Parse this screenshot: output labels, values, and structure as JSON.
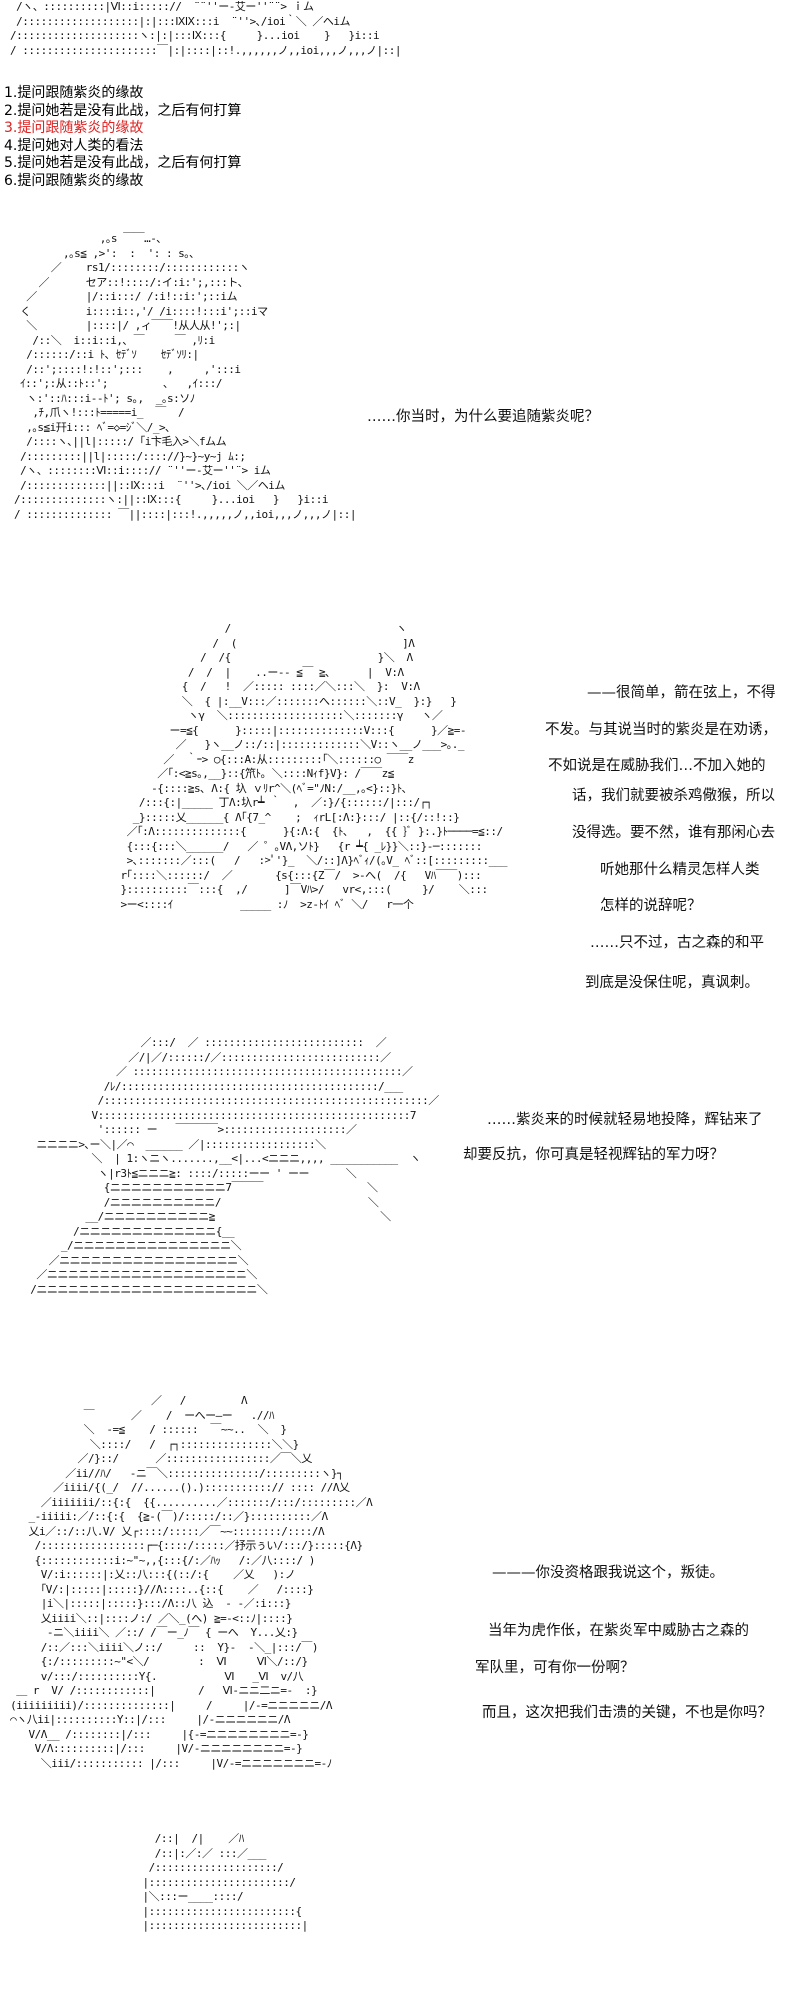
{
  "choices": [
    {
      "label": "1.提问跟随紫炎的缘故",
      "highlighted": false
    },
    {
      "label": "2.提问她若是没有此战，之后有何打算",
      "highlighted": false
    },
    {
      "label": "3.提问跟随紫炎的缘故",
      "highlighted": true
    },
    {
      "label": "4.提问她对人类的看法",
      "highlighted": false
    },
    {
      "label": "5.提问她若是没有此战，之后有何打算",
      "highlighted": false
    },
    {
      "label": "6.提问跟随紫炎的缘故",
      "highlighted": false
    }
  ],
  "highlight_color": "#dd2222",
  "scene1": {
    "line": "……你当时，为什么要追随紫炎呢？"
  },
  "scene2": {
    "lines": [
      "——很简单，箭在弦上，不得",
      "不发。与其说当时的紫炎是在劝诱，",
      "不如说是在威胁我们…不加入她的",
      "话，我们就要被杀鸡儆猴，所以",
      "没得选。要不然，谁有那闲心去",
      "听她那什么精灵怎样人类",
      "怎样的说辞呢？",
      "……只不过，古之森的和平",
      "到底是没保住呢，真讽刺。"
    ]
  },
  "scene3": {
    "lines": [
      "……紫炎来的时候就轻易地投降，辉钻来了",
      "却要反抗，你可真是轻视辉钻的军力呀？"
    ]
  },
  "scene4": {
    "lines": [
      "———你没资格跟我说这个，叛徒。",
      "当年为虎作伥，在紫炎军中威胁古之森的",
      "军队里，可有你一份啊？",
      "而且，这次把我们击溃的关键，不也是你吗？"
    ]
  },
  "art": {
    "top": [
      " /ヽ、::::::::::|Ⅵ::i::::://  ¨¨''ー-艾ー''¨¨> ｉム",
      " /:::::::::::::::::::|:|:::ⅨⅨ:::i  ¨''>､/ioi｀＼ ／ヘiム",
      "/::::::::::::::::::::ヽ:|:|:::Ⅸ:::{     }...ioi    }   }i::i",
      "/ ::::::::::::::::::::::￣|:|::::|::!.,,,,,,ノ,,ioi,,,ノ,,,ノ|::|"
    ],
    "fig1": [
      "              ,｡s ￣￣…-､",
      "        ,｡s≦ ,>':  :  ': : s｡､",
      "      ／    rs1/::::::::/::::::::::::ヽ",
      "    ／      セア::!::::/:イ:i:';,:::ト､",
      "  ／        |/::i:::/ /:i!::i:';::iム",
      " く         i::::i::,'/ /i::::!:::i';::iマ",
      "  ＼        |::::|/ ,ィ￣￣!从人从!';:|",
      "   /::＼  i::i::i,､ ￣     ￣ ,ﾘ:i",
      "  /::::::/::i ﾄ､ ｾﾃﾞｿ    ｾﾃﾞｿﾘ:|",
      "  /::';::::!:!::';:::    ,     ,':::i",
      " ｲ::';:从::ﾄ::';         ､   ,ｲ:::/",
      "  ヽ:'::ﾊ:::i--ﾄ'; s｡,  _｡s:ソﾉ",
      "   ,ﾁ,爪ヽ!:::ﾄ=====i_  ￣  /",
      "  ,｡s≦i幵i::: ﾍﾞ=◇=ｼﾞ＼/_>､",
      "  /::::ヽ､||l|:::::/ ｢i卞毛入>＼fムム",
      " /:::::::::||l|:::::/:::://}~}~y~j ﾑ:;",
      " /ヽ、::::::::Ⅵ::i::::// ¨''ー-艾ー''¨> iム",
      " /:::::::::::::||::Ⅸ:::i  ¨''>､/ioi ＼／ヘiム",
      "/::::::::::::::ヽ:||::Ⅸ:::{     }...ioi   }   }i::i",
      "/ :::::::::::::: ￣||::::|:::!.,,,,,ノ,,ioi,,,ノ,,,ノ|::|"
    ],
    "fig2": [
      "                     /                           ヽ",
      "                   /  (                           ]Λ",
      "                 /  /{                        }＼  Λ",
      "               /  /  |    ..ー-- ≦￣ ≧､      |  V:Λ",
      "              {  /   !  ／::::: ::::／＼:::＼  }:  V:Λ",
      "              ＼  { |:__V:::／:::::::へ::::::＼::V_  }:}   }",
      "               ヽγ  ＼:::::::::::::::::::＼:::::::γ   ヽ／",
      "            ー=≦{      }:::::|::::::::::::::V:::{      }／≧=-",
      "             ／   }ヽ__ノ::/::|:::::::::::::＼V::ヽ__ノ___>｡._",
      "           ／  ｀ｰ> ○{:::A:从:::::::::｢＼::::::○ ￣￣z",
      "          ／｢:<≧s｡,__}::{笊ﾄ｡ ＼::::Nｨf}V}: /￣￣z≦",
      "         -{::::≧s､ Λ:{ 圦 ｖﾘr^＼(ﾍﾞ=\"ﾉN:/__,｡<}::}ﾄ､",
      "       /:::{:|_____ 丁Λ:圦r┷ ｀  ,  ／:}/{::::::/|:::/┌┐",
      "      _}:::::乂______{ Λ｢{7_^    ;  ｨrL[:Λ:}:::/ |::{/::!::}",
      "     ／｢:Λ::::::::::::::{      }{:Λ:{  {ﾄ､   ,  {{ }ﾞ }:.}ﾄ────=≦::/",
      "     {:::{:::＼______/   ／ ゜｡VΛ,ソﾄ}   {r ┷{ _ﾚ}}＼::}-─:::::::",
      "     >､:::::::／:::(   /   :>ﾟ'}_  ＼/::]Λ}ﾍﾞｨ/(｡V_ ﾍﾞ::[:::::::::___",
      "    r｢::::＼::::::/  ／       {s{:::{Z￣/  >-へ(  /{   Vﾊ￣￣):::",
      "    }::::::::::￣:::{  ,/      ]￣Vﾊ>/   vr<,:::(     }/    ＼:::",
      "    >ー<::::ｲ           _____ :ﾉ  >z-ﾄｲ ﾍﾞ ＼/   r一个"
    ],
    "fig3": [
      "                    ／:::/  ／ ::::::::::::::::::::::::::  ／",
      "                  ／/|／/::::::/／::::::::::::::::::::::::::／",
      "                ／ ::::::::::::::::::::::::::::::::::::::::::::／",
      "              /ﾚ/::::::::::::::::::::::::::::::::::::::::::/___",
      "             /:::::::::::::::::::::::::::::::::::::::::::::::::::::／",
      "            V:::::::::::::::::::::::::::::::::::::::::::::::::::7",
      "             ':::::: ー   ￣￣￣￣>::::::::::::::::::::／",
      "   ニニニニ>､ー＼|／⌒  ______ ／|::::::::::::::::::＼",
      "            ＼  | 1:ヽニヽ.......,__<|...<ニニニ,,,, ___________  ヽ",
      "             ヽ|r3ﾄ≦ニニニ≧: ::::/:::::ーー ' ーー      ＼",
      "              {ニニニニニニニニニニニ7￣￣￣                 ＼",
      "              /ニニニニニニニニニニ/                        ＼",
      "           __/ニニニニニニニニニニ≧                           ＼",
      "         /ニニニニニニニニニニニニニ{__",
      "       _/ニニニニニニニニニニニニニニニ＼",
      "     ／ニニニニニニニニニニニニニニニニニ＼",
      "   ／ニニニニニニニニニニニニニニニニニニニ＼",
      "  /ニニニニニニニニニニニニニニニニニニニニニ＼"
    ],
    "fig4": [
      "                        ／   /         Λ",
      "             ￣      ／    /  ーへー―ー   .//ﾊ",
      "             ＼  -=≦    / ::::::  ￣~~..  ＼  }",
      "              ＼::::/   /  ┌┐:::::::::::::::＼＼}",
      "            ／/}::/      ／:::::::::::::::::／￣＼乂",
      "          ／ii//ﾊ/   -ニ￣＼:::::::::::::::/:::::::::ヽ}┐",
      "        ／iiii/{(_/  //......().):::::::::::// :::: //Λ乂",
      "      ／iiiiiii/::{:{  {{..........／:::::::/:::/:::::::::／Λ",
      "    _-iiiii:／/::{:{  {≧-(￣)/:::::/::／}::::::::::／Λ",
      "    乂i／::/::八.V/ 乂┌::::/:::::／￣~~::::::::/::::/Λ",
      "     /:::::::::::::::::┌─{::::/:::::／抒示ぅい/:::/}:::::{Λ}",
      "     {::::::::::::i:~\"~,,{:::{/:／ﾊｯ   /:／八::::/ )",
      "      V/:i::::::|:乂::八:::{(::/:{    ／乂   ):ノ",
      "      ｢V/:|:::::|:::::}//Λ::::..{::{    ／   /::::}",
      "      |i＼|:::::|:::::}:::/Λ::八 込  - -／:i:::}",
      "      乂iiii＼::|::::ノ:/ ／＼_(へ) ≧=-<::ﾉ|::::}",
      "       -ニ＼iiii＼ ／::/ /￣ー_ﾉ￣ { ーへ  Y...乂:}",
      "      /::／:::＼iiii＼ノ::/     ::  Y}-  -＼_|:::/￣)",
      "      {:/:::::::::~\"<＼/        :  Ⅵ     Ⅵ＼/::/}",
      "      v/:::/::::::::::Y{.           Ⅵ   _Ⅵ  v/八",
      "  ＿ r  V/ /::::::::::::|       /   Ⅵ-ニニ二ニ=-  :}",
      " (iiiiiiiii)/::::::::::::::|     /     |/-=ニニニニニ/Λ",
      " ⌒ヽ八ii|::::::::::Y::|/:::     |/-ニニニニニニ/Λ",
      "    V/Λ__ /::::::::|/:::     |{-=ニニニニニニニニ=-}",
      "     V/Λ::::::::::|/:::     |V/-ニニニニニニニニ=-}",
      "      ＼iii/::::::::::: |/:::     |V/-=ニニニニニニニ=-ﾉ"
    ],
    "fig5": [
      "      /::|  /|    ／ﾊ",
      "      /::|:／:／ :::／___",
      "     /::::::::::::::::::::/",
      "    |:::::::::::::::::::::::/",
      "    |＼:::ー____::::/",
      "    |::::::::::::::::::::::::{",
      "    |:::::::::::::::::::::::::|"
    ]
  }
}
